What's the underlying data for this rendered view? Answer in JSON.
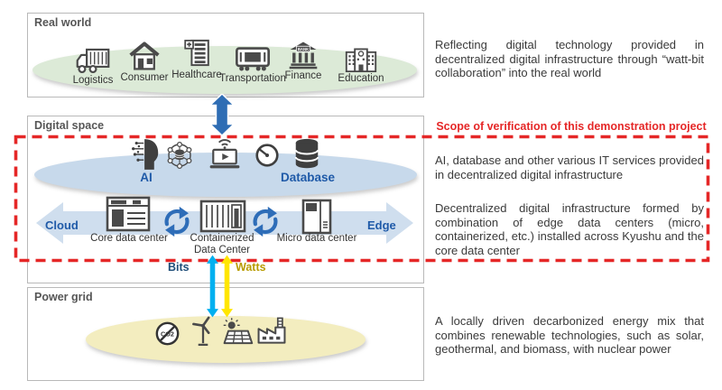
{
  "colors": {
    "accent_blue": "#1f5aa8",
    "arrow_blue": "#2e6db4",
    "light_arrow_blue": "#cfdeee",
    "bits_cyan": "#00b0f0",
    "watts_yellow": "#ffe600",
    "watts_label_gold": "#b89b00",
    "scope_red": "#e52727",
    "ellipse_green": "#dcead7",
    "ellipse_blue": "#c7d9eb",
    "ellipse_yellow": "#f3edbf"
  },
  "real_world": {
    "title": "Real world",
    "items": [
      {
        "icon": "truck-icon",
        "label": "Logistics"
      },
      {
        "icon": "house-icon",
        "label": "Consumer"
      },
      {
        "icon": "hospital-icon",
        "label": "Healthcare"
      },
      {
        "icon": "train-icon",
        "label": "Transportation"
      },
      {
        "icon": "bank-icon",
        "label": "Finance"
      },
      {
        "icon": "school-icon",
        "label": "Education"
      }
    ],
    "bank_sign": "BANK"
  },
  "digital_space": {
    "title": "Digital space",
    "services": {
      "icons": [
        "ai-brain-icon",
        "distributed-database-icon",
        "streaming-icon",
        "gauge-icon",
        "database-icon"
      ],
      "ai_label": "AI",
      "database_label": "Database"
    },
    "infrastructure": {
      "cloud_label": "Cloud",
      "edge_label": "Edge",
      "nodes": [
        {
          "icon": "core-data-center-icon",
          "label": "Core data center"
        },
        {
          "icon": "containerized-data-center-icon",
          "label": "Containerized Data Center"
        },
        {
          "icon": "micro-data-center-icon",
          "label": "Micro data center"
        }
      ]
    },
    "flows": {
      "bits_label": "Bits",
      "watts_label": "Watts"
    }
  },
  "power_grid": {
    "title": "Power grid",
    "icons": [
      "co2-free-icon",
      "wind-turbine-icon",
      "solar-panel-icon",
      "factory-icon"
    ],
    "co2_text": "CO2"
  },
  "annotations": {
    "scope_label": "Scope of verification of this demonstration project",
    "real_world_note": "Reflecting digital technology provided in decentralized digital infrastructure through “watt-bit collaboration” into the real world",
    "services_note": "AI, database and other various IT services provided in decentralized digital infrastructure",
    "infrastructure_note": "Decentralized digital infrastructure formed by combination of edge data centers (micro, containerized, etc.) installed across Kyushu and the core data center",
    "power_grid_note": "A locally driven decarbonized energy mix that combines renewable technologies, such as solar, geothermal, and biomass, with nuclear power"
  }
}
